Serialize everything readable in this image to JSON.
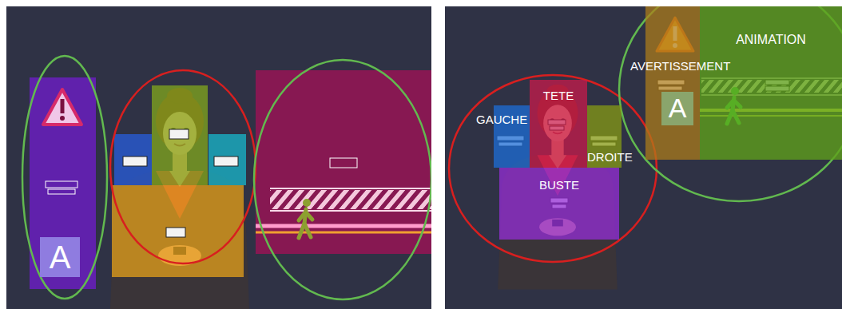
{
  "diagram": {
    "nodes": [
      {
        "text": [
          "A"
        ]
      },
      {
        "text": [
          "GAUCHE"
        ]
      },
      {
        "text": [
          "TETE"
        ]
      },
      {
        "text": [
          "DROITE"
        ]
      },
      {
        "text": [
          "BUSTE"
        ]
      },
      {
        "text": [
          "AVERTISSEMENT"
        ]
      },
      {
        "text": [
          "A"
        ],
        "in": 5
      },
      {
        "text": [
          "ANIMATION"
        ]
      }
    ]
  }
}
